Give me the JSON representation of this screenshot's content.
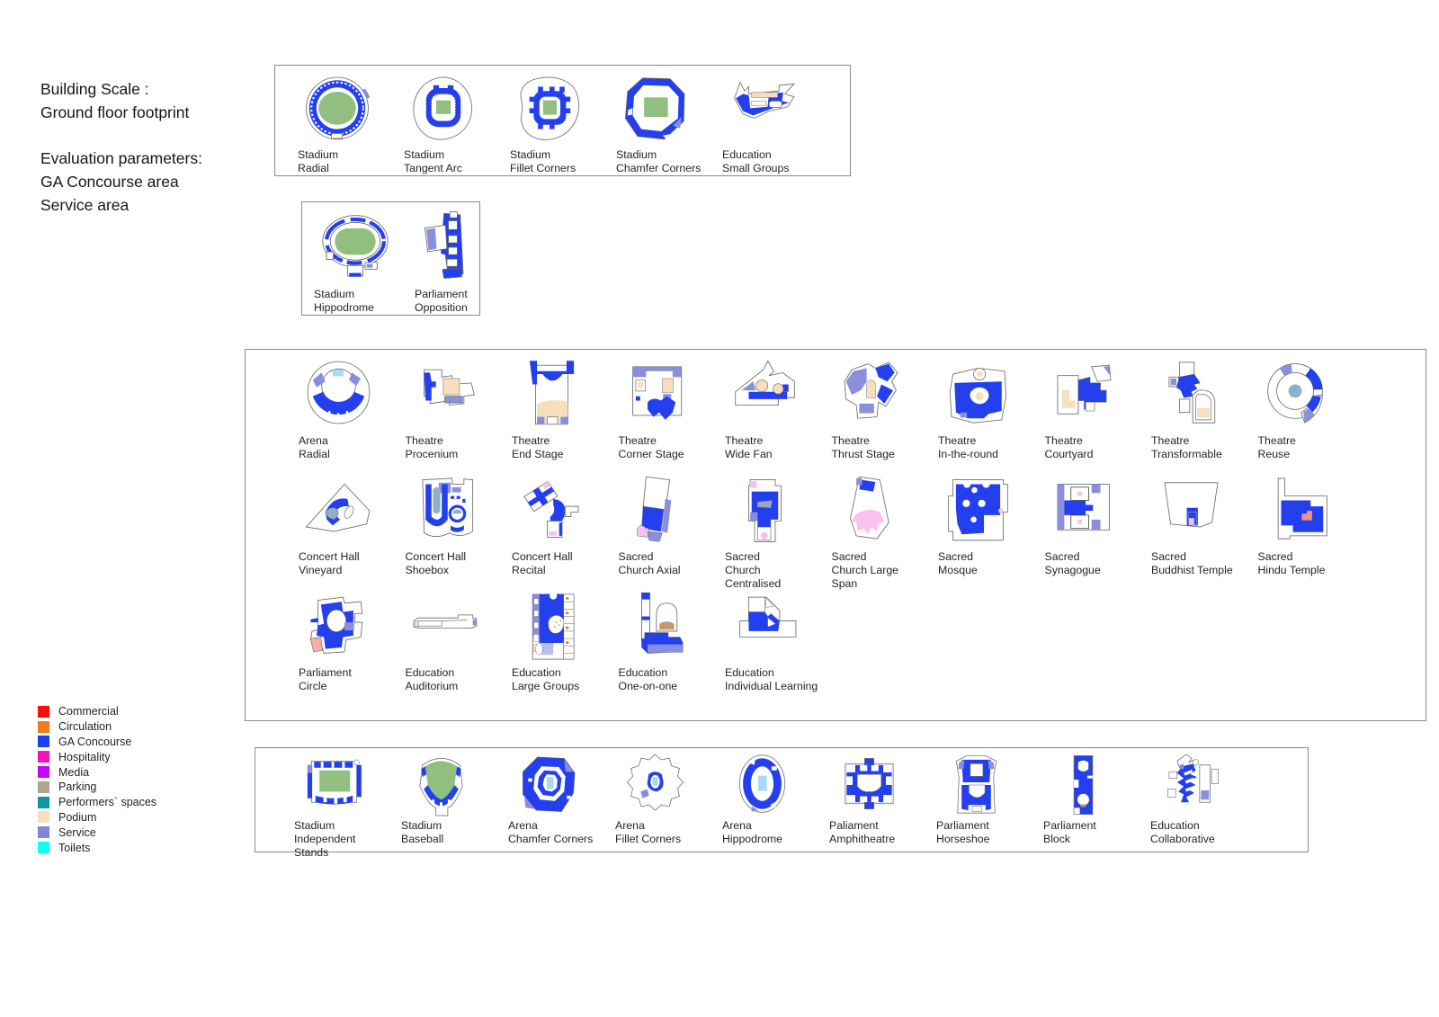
{
  "header": {
    "line1": "Building Scale :",
    "line2": "Ground floor footprint",
    "line3": "Evaluation parameters:",
    "line4": "GA Concourse area",
    "line5": "Service area"
  },
  "legend": {
    "items": [
      {
        "name": "commercial",
        "label": "Commercial",
        "color": "#fa0f0f"
      },
      {
        "name": "circulation",
        "label": "Circulation",
        "color": "#f87b1b"
      },
      {
        "name": "ga-concourse",
        "label": "GA Concourse",
        "color": "#1c41f3"
      },
      {
        "name": "hospitality",
        "label": "Hospitality",
        "color": "#f712bc"
      },
      {
        "name": "media",
        "label": "Media",
        "color": "#c405fa"
      },
      {
        "name": "parking",
        "label": "Parking",
        "color": "#afa492"
      },
      {
        "name": "performers-spaces",
        "label": "Performers` spaces",
        "color": "#0c97a4"
      },
      {
        "name": "podium",
        "label": "Podium",
        "color": "#f6dfbd"
      },
      {
        "name": "service",
        "label": "Service",
        "color": "#7f86dc"
      },
      {
        "name": "toilets",
        "label": "Toilets",
        "color": "#12fefe"
      }
    ]
  },
  "groups": [
    {
      "name": "group-stadium-primary",
      "rows": [
        [
          {
            "plan": "stadium-radial",
            "label1": "Stadium",
            "label2": "Radial"
          },
          {
            "plan": "stadium-tangent-arc",
            "label1": "Stadium",
            "label2": "Tangent Arc"
          },
          {
            "plan": "stadium-fillet-corners",
            "label1": "Stadium",
            "label2": "Fillet Corners"
          },
          {
            "plan": "stadium-chamfer-corners",
            "label1": "Stadium",
            "label2": "Chamfer Corners"
          },
          {
            "plan": "education-small-groups",
            "label1": "Education",
            "label2": "Small Groups"
          }
        ]
      ]
    },
    {
      "name": "group-stadium-secondary",
      "rows": [
        [
          {
            "plan": "stadium-hippodrome",
            "label1": "Stadium",
            "label2": "Hippodrome"
          },
          {
            "plan": "parliament-opposition",
            "label1": "Parliament",
            "label2": "Opposition"
          }
        ]
      ]
    },
    {
      "name": "group-main",
      "rows": [
        [
          {
            "plan": "arena-radial",
            "label1": "Arena",
            "label2": "Radial"
          },
          {
            "plan": "theatre-procenium",
            "label1": "Theatre",
            "label2": "Procenium"
          },
          {
            "plan": "theatre-end-stage",
            "label1": "Theatre",
            "label2": "End Stage"
          },
          {
            "plan": "theatre-corner-stage",
            "label1": "Theatre",
            "label2": "Corner Stage"
          },
          {
            "plan": "theatre-wide-fan",
            "label1": "Theatre",
            "label2": "Wide Fan"
          },
          {
            "plan": "theatre-thrust-stage",
            "label1": "Theatre",
            "label2": "Thrust Stage"
          },
          {
            "plan": "theatre-in-the-round",
            "label1": "Theatre",
            "label2": "In-the-round"
          },
          {
            "plan": "theatre-courtyard",
            "label1": "Theatre",
            "label2": "Courtyard"
          },
          {
            "plan": "theatre-transformable",
            "label1": "Theatre",
            "label2": "Transformable"
          },
          {
            "plan": "theatre-reuse",
            "label1": "Theatre",
            "label2": "Reuse"
          }
        ],
        [
          {
            "plan": "concert-hall-vineyard",
            "label1": "Concert Hall",
            "label2": "Vineyard"
          },
          {
            "plan": "concert-hall-shoebox",
            "label1": "Concert Hall",
            "label2": "Shoebox"
          },
          {
            "plan": "concert-hall-recital",
            "label1": "Concert Hall",
            "label2": "Recital"
          },
          {
            "plan": "sacred-church-axial",
            "label1": "Sacred",
            "label2": "Church Axial"
          },
          {
            "plan": "sacred-church-centralised",
            "label1": "Sacred",
            "label2": "Church Centralised"
          },
          {
            "plan": "sacred-church-large-span",
            "label1": "Sacred",
            "label2": "Church Large Span"
          },
          {
            "plan": "sacred-mosque",
            "label1": "Sacred",
            "label2": "Mosque"
          },
          {
            "plan": "sacred-synagogue",
            "label1": "Sacred",
            "label2": "Synagogue"
          },
          {
            "plan": "sacred-buddhist-temple",
            "label1": "Sacred",
            "label2": "Buddhist Temple"
          },
          {
            "plan": "sacred-hindu-temple",
            "label1": "Sacred",
            "label2": "Hindu Temple"
          }
        ],
        [
          {
            "plan": "parliament-circle",
            "label1": "Parliament",
            "label2": "Circle"
          },
          {
            "plan": "education-auditorium",
            "label1": "Education",
            "label2": "Auditorium"
          },
          {
            "plan": "education-large-groups",
            "label1": "Education",
            "label2": "Large Groups"
          },
          {
            "plan": "education-one-on-one",
            "label1": "Education",
            "label2": "One-on-one"
          },
          {
            "plan": "education-individual-learning",
            "label1": "Education",
            "label2": "Individual Learning"
          }
        ]
      ]
    },
    {
      "name": "group-bottom",
      "rows": [
        [
          {
            "plan": "stadium-independent-stands",
            "label1": "Stadium",
            "label2": "Independent Stands"
          },
          {
            "plan": "stadium-baseball",
            "label1": "Stadium",
            "label2": "Baseball"
          },
          {
            "plan": "arena-chamfer-corners",
            "label1": "Arena",
            "label2": "Chamfer Corners"
          },
          {
            "plan": "arena-fillet-corners",
            "label1": "Arena",
            "label2": "Fillet Corners"
          },
          {
            "plan": "arena-hippodrome",
            "label1": "Arena",
            "label2": "Hippodrome"
          },
          {
            "plan": "paliament-amphitheatre",
            "label1": "Paliament",
            "label2": "Amphitheatre"
          },
          {
            "plan": "parliament-horseshoe",
            "label1": "Parliament",
            "label2": "Horseshoe"
          },
          {
            "plan": "parliament-block",
            "label1": "Parliament",
            "label2": "Block"
          },
          {
            "plan": "education-collaborative",
            "label1": "Education",
            "label2": "Collaborative"
          }
        ]
      ]
    }
  ]
}
